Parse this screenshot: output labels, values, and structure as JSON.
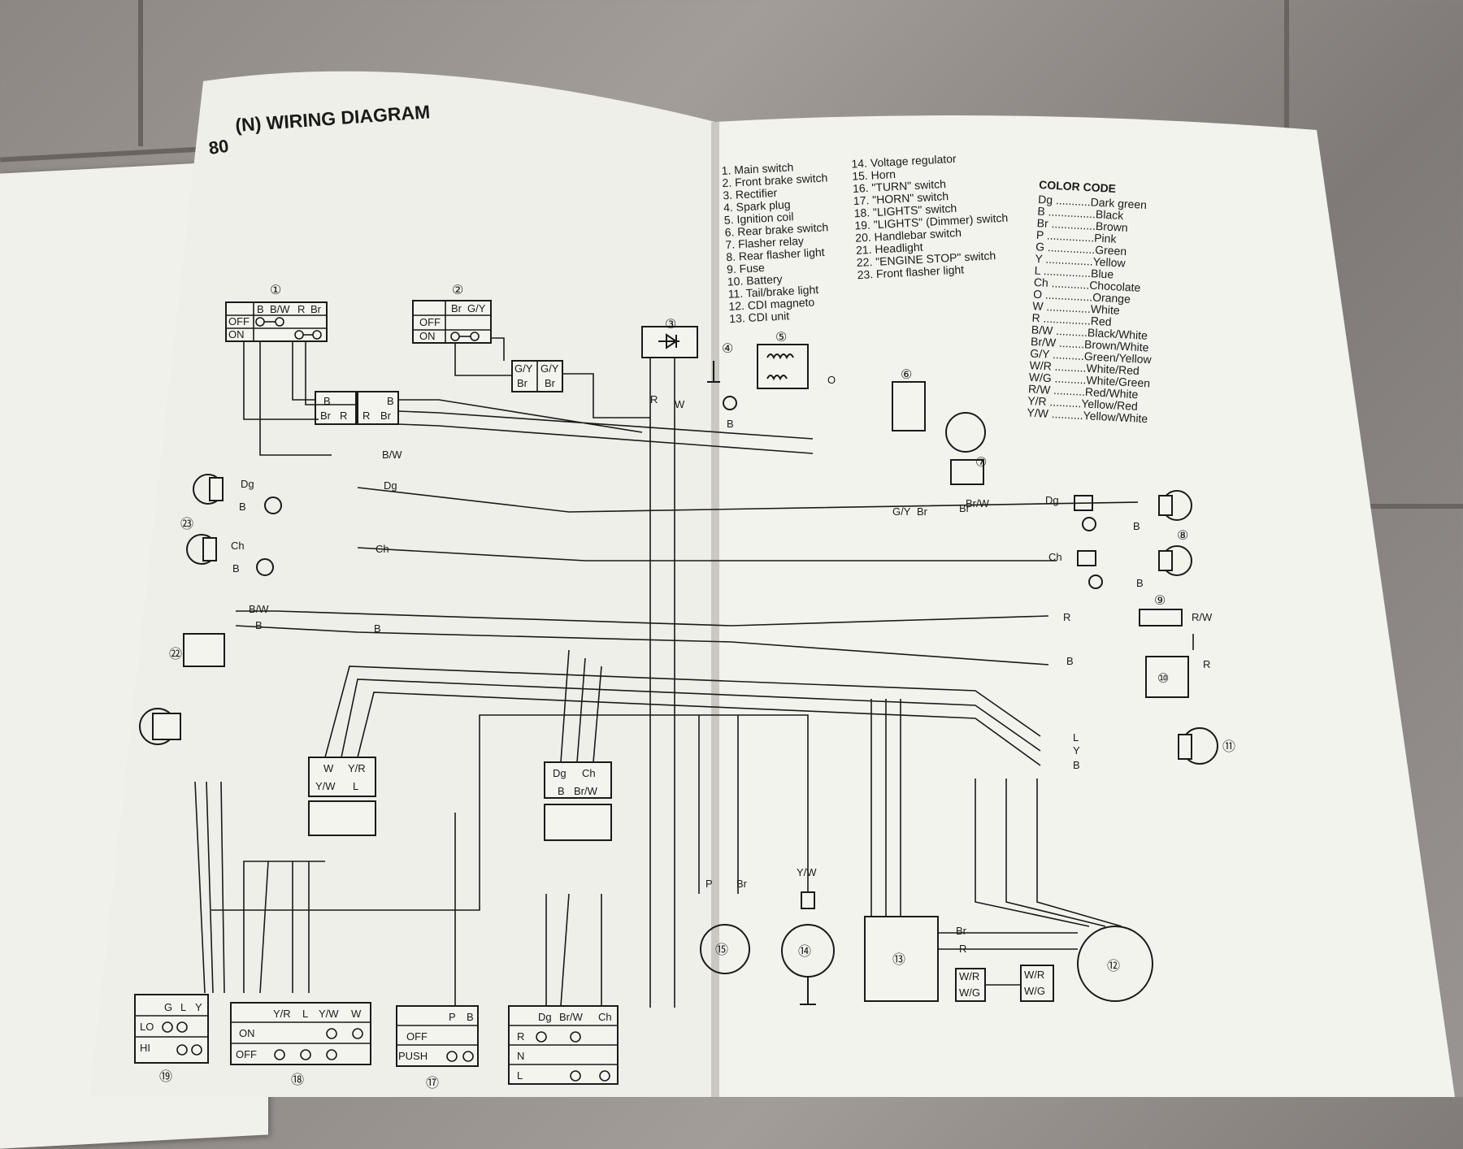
{
  "title": "(N) WIRING DIAGRAM",
  "title_prefix": "80",
  "components": [
    {
      "num": "1.",
      "name": "Main switch"
    },
    {
      "num": "2.",
      "name": "Front brake switch"
    },
    {
      "num": "3.",
      "name": "Rectifier"
    },
    {
      "num": "4.",
      "name": "Spark plug"
    },
    {
      "num": "5.",
      "name": "Ignition coil"
    },
    {
      "num": "6.",
      "name": "Rear brake switch"
    },
    {
      "num": "7.",
      "name": "Flasher relay"
    },
    {
      "num": "8.",
      "name": "Rear flasher light"
    },
    {
      "num": "9.",
      "name": "Fuse"
    },
    {
      "num": "10.",
      "name": "Battery"
    },
    {
      "num": "11.",
      "name": "Tail/brake light"
    },
    {
      "num": "12.",
      "name": "CDI magneto"
    },
    {
      "num": "13.",
      "name": "CDI unit"
    },
    {
      "num": "14.",
      "name": "Voltage regulator"
    },
    {
      "num": "15.",
      "name": "Horn"
    },
    {
      "num": "16.",
      "name": "\"TURN\" switch"
    },
    {
      "num": "17.",
      "name": "\"HORN\" switch"
    },
    {
      "num": "18.",
      "name": "\"LIGHTS\" switch"
    },
    {
      "num": "19.",
      "name": "\"LIGHTS\" (Dimmer) switch"
    },
    {
      "num": "20.",
      "name": "Handlebar switch"
    },
    {
      "num": "21.",
      "name": "Headlight"
    },
    {
      "num": "22.",
      "name": "\"ENGINE STOP\" switch"
    },
    {
      "num": "23.",
      "name": "Front flasher light"
    }
  ],
  "color_code_title": "COLOR CODE",
  "color_codes": [
    {
      "code": "Dg",
      "dots": "...........",
      "color": "Dark green"
    },
    {
      "code": "B",
      "dots": "...............",
      "color": "Black"
    },
    {
      "code": "Br",
      "dots": "..............",
      "color": "Brown"
    },
    {
      "code": "P",
      "dots": "...............",
      "color": "Pink"
    },
    {
      "code": "G",
      "dots": "...............",
      "color": "Green"
    },
    {
      "code": "Y",
      "dots": "...............",
      "color": "Yellow"
    },
    {
      "code": "L",
      "dots": "...............",
      "color": "Blue"
    },
    {
      "code": "Ch",
      "dots": "............",
      "color": "Chocolate"
    },
    {
      "code": "O",
      "dots": "...............",
      "color": "Orange"
    },
    {
      "code": "W",
      "dots": "..............",
      "color": "White"
    },
    {
      "code": "R",
      "dots": "...............",
      "color": "Red"
    },
    {
      "code": "B/W",
      "dots": "..........",
      "color": "Black/White"
    },
    {
      "code": "Br/W",
      "dots": "........",
      "color": "Brown/White"
    },
    {
      "code": "G/Y",
      "dots": "..........",
      "color": "Green/Yellow"
    },
    {
      "code": "W/R",
      "dots": "..........",
      "color": "White/Red"
    },
    {
      "code": "W/G",
      "dots": "..........",
      "color": "White/Green"
    },
    {
      "code": "R/W",
      "dots": "..........",
      "color": "Red/White"
    },
    {
      "code": "Y/R",
      "dots": "..........",
      "color": "Yellow/Red"
    },
    {
      "code": "Y/W",
      "dots": "..........",
      "color": "Yellow/White"
    }
  ],
  "callouts": [
    "①",
    "②",
    "③",
    "④",
    "⑤",
    "⑥",
    "⑦",
    "⑧",
    "⑨",
    "⑩",
    "⑪",
    "⑫",
    "⑬",
    "⑭",
    "⑮",
    "⑰",
    "⑱",
    "⑲",
    "㉒",
    "㉓"
  ],
  "switch_states": {
    "main": {
      "cols": [
        "B",
        "B/W",
        "R",
        "Br"
      ],
      "rows": [
        "OFF",
        "ON"
      ]
    },
    "brake": {
      "cols": [
        "Br",
        "G/Y"
      ],
      "rows": [
        "OFF",
        "ON"
      ]
    },
    "dimmer": {
      "cols": [
        "G",
        "L",
        "Y"
      ],
      "rows": [
        "LO",
        "HI"
      ]
    },
    "lights": {
      "cols": [
        "Y/R",
        "L",
        "Y/W",
        "W"
      ],
      "rows": [
        "ON",
        "OFF"
      ]
    },
    "horn": {
      "cols": [
        "P",
        "B"
      ],
      "rows": [
        "OFF",
        "PUSH"
      ]
    },
    "turn": {
      "cols": [
        "Dg",
        "Br/W",
        "Ch"
      ],
      "rows": [
        "R",
        "N",
        "L"
      ]
    }
  },
  "wire_labels": {
    "b": "B",
    "br": "Br",
    "r": "R",
    "bw": "B/W",
    "dg": "Dg",
    "ch": "Ch",
    "gy": "G/Y",
    "w": "W",
    "o": "O",
    "p": "P",
    "l": "L",
    "y": "Y",
    "g": "G",
    "yw": "Y/W",
    "yr": "Y/R",
    "rw": "R/W",
    "brw": "Br/W",
    "wr": "W/R",
    "wg": "W/G"
  }
}
